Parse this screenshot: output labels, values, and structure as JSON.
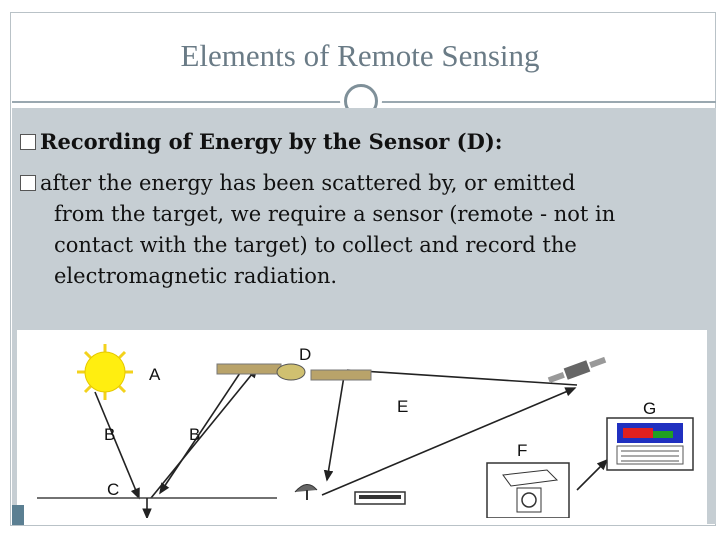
{
  "title": "Elements of Remote Sensing",
  "bullets": {
    "heading": "Recording of Energy by the Sensor (D):",
    "body_line1": "after the energy has been scattered by, or emitted",
    "body_line2": "from the target, we require a sensor (remote - not in",
    "body_line3": "contact with the target) to collect and record the",
    "body_line4": "electromagnetic radiation."
  },
  "diagram": {
    "labels": {
      "a": "A",
      "b1": "B",
      "b2": "B",
      "c": "C",
      "d": "D",
      "e": "E",
      "f": "F",
      "g": "G"
    },
    "icons": [
      "sun-icon",
      "satellite-icon",
      "ground-station-icon",
      "computer-icon",
      "processing-station-icon",
      "antenna-icon"
    ]
  }
}
